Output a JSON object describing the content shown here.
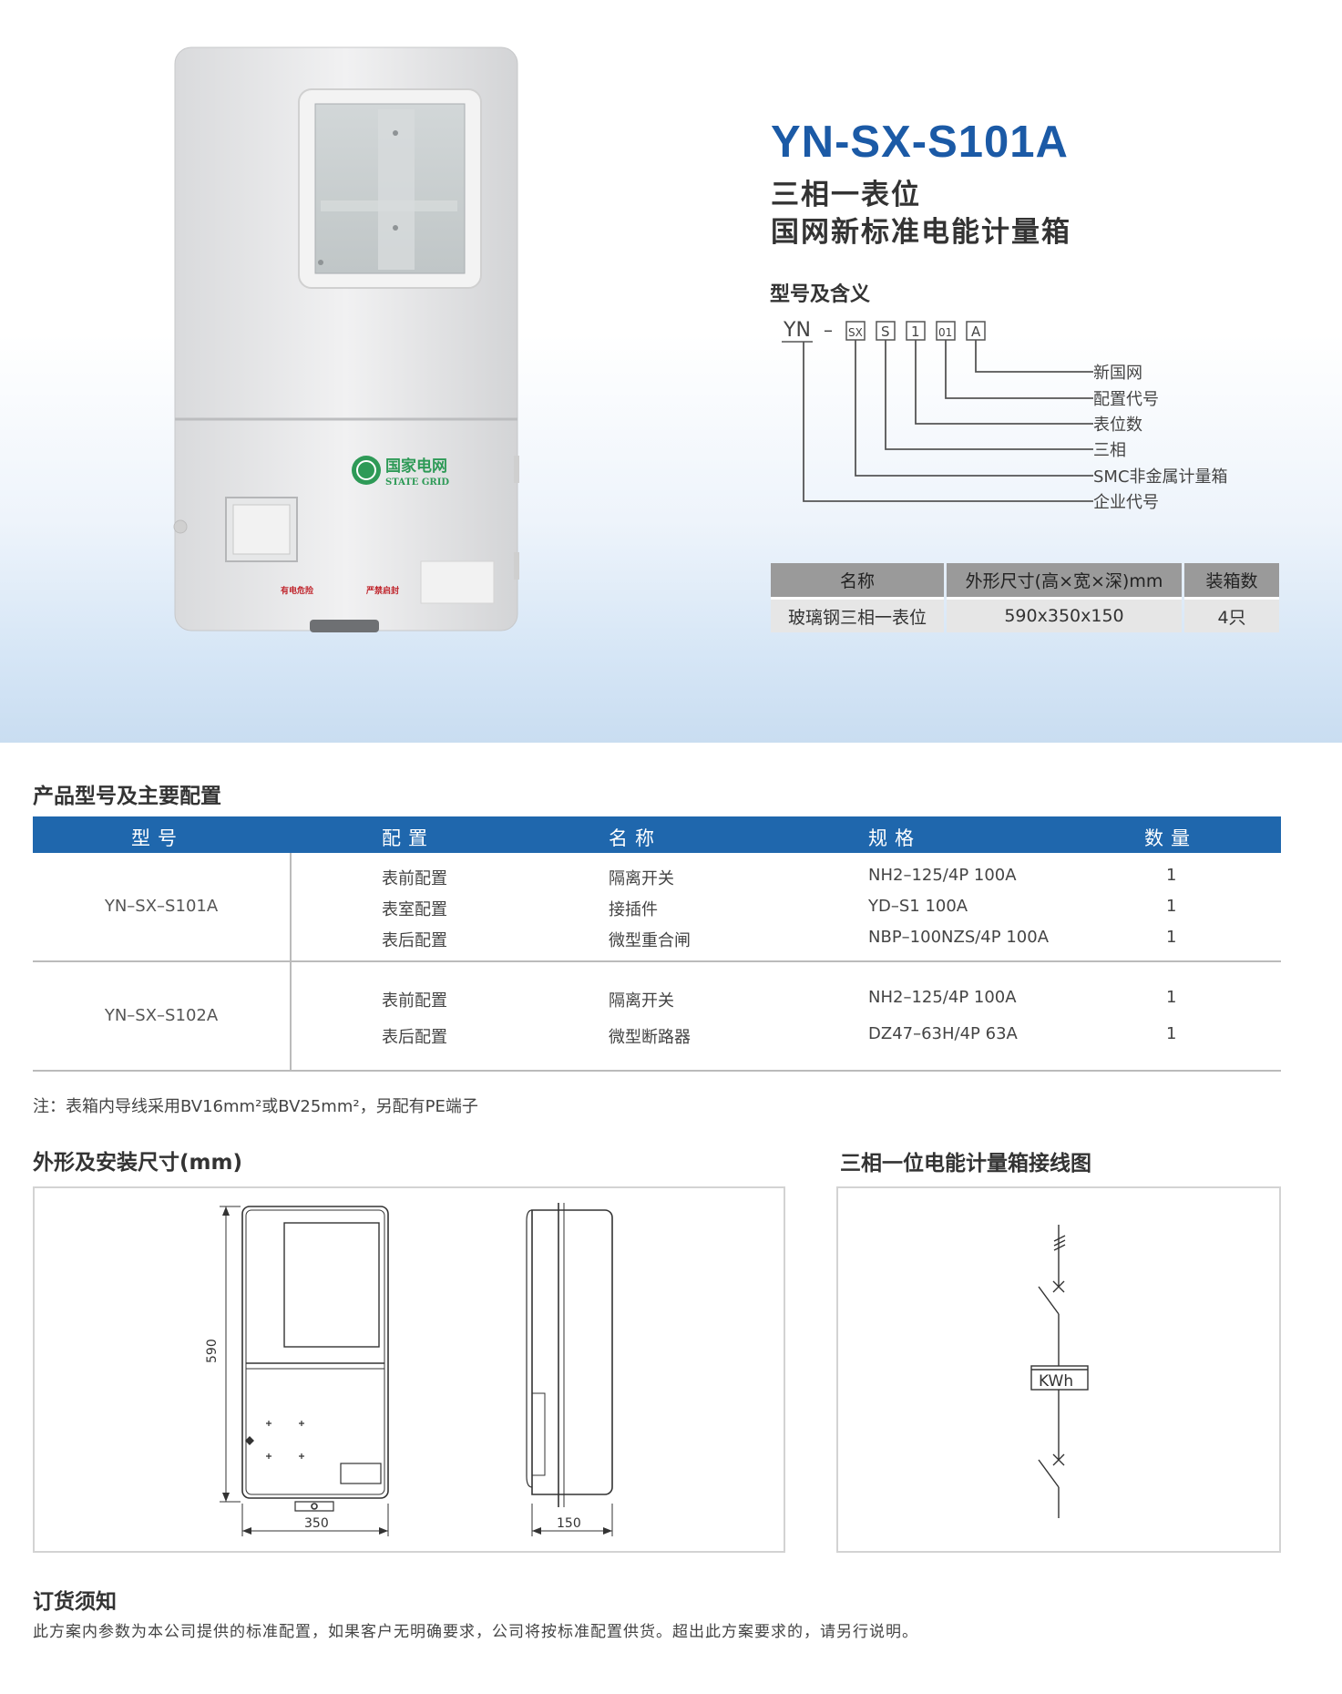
{
  "hero": {
    "model_title": "YN-SX-S101A",
    "subtitle_1": "三相一表位",
    "subtitle_2": "国网新标准电能计量箱",
    "photo": {
      "brand_cn": "国家电网",
      "brand_en": "STATE GRID",
      "warning_left": "有电危险",
      "warning_right": "严禁启封"
    },
    "meaning": {
      "heading": "型号及含义",
      "prefix": "YN",
      "dash": "–",
      "codes": [
        "SX",
        "S",
        "1",
        "01",
        "A"
      ],
      "labels": [
        "新国网",
        "配置代号",
        "表位数",
        "三相",
        "SMC非金属计量箱",
        "企业代号"
      ]
    },
    "spec_table": {
      "headers": [
        "名称",
        "外形尺寸(高×宽×深)mm",
        "装箱数"
      ],
      "row": [
        "玻璃钢三相一表位",
        "590x350x150",
        "4只"
      ]
    }
  },
  "config": {
    "title": "产品型号及主要配置",
    "headers": [
      "型号",
      "配置",
      "名称",
      "规格",
      "数量"
    ],
    "groups": [
      {
        "model": "YN–SX–S101A",
        "rows": [
          {
            "config": "表前配置",
            "name": "隔离开关",
            "spec": "NH2–125/4P 100A",
            "qty": "1"
          },
          {
            "config": "表室配置",
            "name": "接插件",
            "spec": "YD–S1 100A",
            "qty": "1"
          },
          {
            "config": "表后配置",
            "name": "微型重合闸",
            "spec": "NBP–100NZS/4P 100A",
            "qty": "1"
          }
        ]
      },
      {
        "model": "YN–SX–S102A",
        "rows": [
          {
            "config": "表前配置",
            "name": "隔离开关",
            "spec": "NH2–125/4P 100A",
            "qty": "1"
          },
          {
            "config": "表后配置",
            "name": "微型断路器",
            "spec": "DZ47–63H/4P 63A",
            "qty": "1"
          }
        ]
      }
    ],
    "note": "注：表箱内导线采用BV16mm²或BV25mm²，另配有PE端子"
  },
  "drawings": {
    "dims_title": "外形及安装尺寸(mm)",
    "dim_height": "590",
    "dim_width": "350",
    "dim_depth": "150",
    "wiring_title": "三相一位电能计量箱接线图",
    "meter_label": "KWh"
  },
  "order": {
    "title": "订货须知",
    "text": "此方案内参数为本公司提供的标准配置，如果客户无明确要求，公司将按标准配置供货。超出此方案要求的，请另行说明。"
  }
}
